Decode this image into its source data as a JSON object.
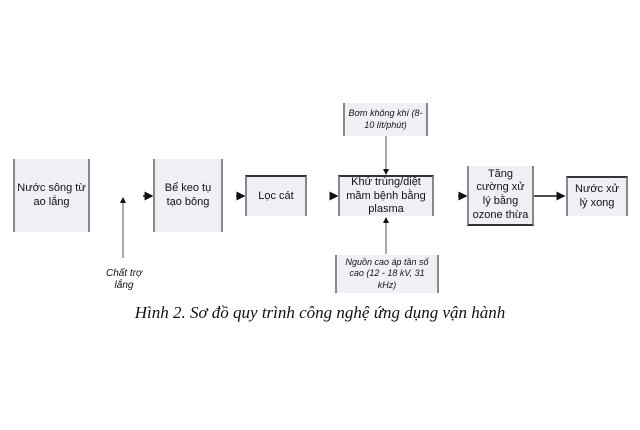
{
  "diagram": {
    "nodes": {
      "source": "Nước sông từ ao lắng",
      "flocculation": "Bể keo tụ tạo bông",
      "sand_filter": "Lọc cát",
      "plasma": "Khử trùng/diệt mầm bệnh bằng plasma",
      "ozone": "Tăng cường xử lý bằng ozone thừa",
      "output": "Nước xử lý xong",
      "air_pump": "Bơm không khí (8-10 lít/phút)",
      "power_supply": "Nguồn cao áp tần số cao (12 - 18 kV, 31 kHz)"
    },
    "input_label": "Chất trợ lắng",
    "caption": "Hình 2. Sơ đồ quy trình công nghệ ứng dụng vận hành"
  }
}
